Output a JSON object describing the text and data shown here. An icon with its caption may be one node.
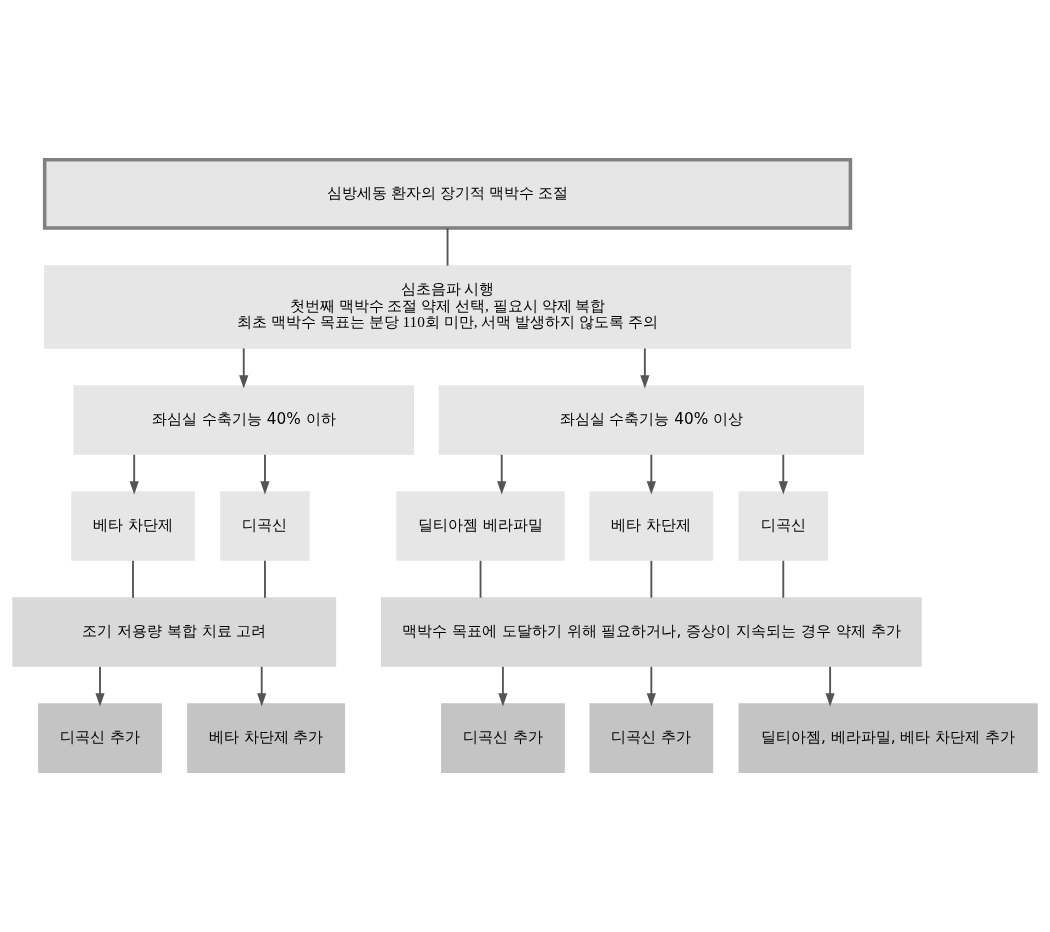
{
  "diagram": {
    "nodes": [
      {
        "text": [
          "심방세동 환자의 장기적 맥박수 조절"
        ]
      },
      {
        "text": [
          "심초음파 시행",
          "첫번째 맥박수 조절 약제 선택, 필요시 약제 복합",
          "최초 맥박수 목표는 분당 110회 미만, 서맥 발생하지 않도록 주의"
        ]
      },
      {
        "text": [
          "좌심실 수축기능 40% 이하"
        ]
      },
      {
        "text": [
          "좌심실 수축기능 40% 이상"
        ]
      },
      {
        "text": [
          "베타 차단제"
        ]
      },
      {
        "text": [
          "디곡신"
        ]
      },
      {
        "text": [
          "딜티아젬 베라파밀"
        ]
      },
      {
        "text": [
          "베타 차단제"
        ]
      },
      {
        "text": [
          "디곡신"
        ]
      },
      {
        "text": [
          "조기 저용량 복합 치료 고려"
        ]
      },
      {
        "text": [
          "맥박수 목표에 도달하기 위해 필요하거나, 증상이 지속되는 경우 약제 추가"
        ]
      },
      {
        "text": [
          "디곡신 추가"
        ]
      },
      {
        "text": [
          "베타 차단제 추가"
        ]
      },
      {
        "text": [
          "디곡신 추가"
        ]
      },
      {
        "text": [
          "디곡신 추가"
        ]
      },
      {
        "text": [
          "딜티아젬, 베라파밀, 베타 차단제 추가"
        ]
      }
    ],
    "edges": [
      {
        "from": 0,
        "to": 1,
        "arrow": "none"
      },
      {
        "from": 1,
        "to": 2,
        "arrow": "to"
      },
      {
        "from": 1,
        "to": 3,
        "arrow": "to"
      },
      {
        "from": 2,
        "to": 4,
        "arrow": "to"
      },
      {
        "from": 2,
        "to": 5,
        "arrow": "to"
      },
      {
        "from": 3,
        "to": 6,
        "arrow": "to"
      },
      {
        "from": 3,
        "to": 7,
        "arrow": "to"
      },
      {
        "from": 3,
        "to": 8,
        "arrow": "to"
      },
      {
        "from": 4,
        "to": 9,
        "arrow": "none"
      },
      {
        "from": 5,
        "to": 9,
        "arrow": "none"
      },
      {
        "from": 6,
        "to": 10,
        "arrow": "none"
      },
      {
        "from": 7,
        "to": 10,
        "arrow": "none"
      },
      {
        "from": 8,
        "to": 10,
        "arrow": "none"
      },
      {
        "from": 9,
        "to": 11,
        "arrow": "to"
      },
      {
        "from": 9,
        "to": 12,
        "arrow": "to"
      },
      {
        "from": 10,
        "to": 13,
        "arrow": "to"
      },
      {
        "from": 10,
        "to": 14,
        "arrow": "to"
      },
      {
        "from": 10,
        "to": 15,
        "arrow": "to"
      }
    ]
  }
}
